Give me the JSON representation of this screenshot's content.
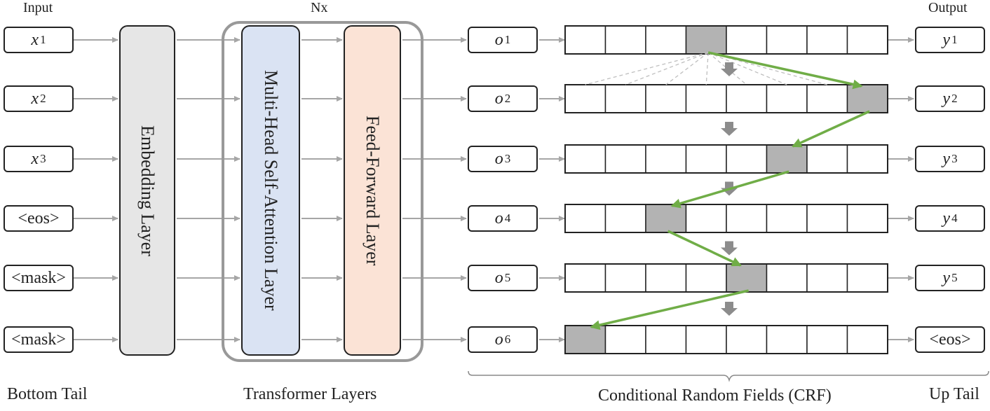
{
  "labels": {
    "input": "Input",
    "nx": "Nx",
    "output": "Output",
    "bottom_tail": "Bottom Tail",
    "transformer_layers": "Transformer Layers",
    "crf": "Conditional Random Fields (CRF)",
    "up_tail": "Up Tail"
  },
  "inputs": [
    {
      "var": "x",
      "sub": "1",
      "text": ""
    },
    {
      "var": "x",
      "sub": "2",
      "text": ""
    },
    {
      "var": "x",
      "sub": "3",
      "text": ""
    },
    {
      "var": "",
      "sub": "",
      "text": "<eos>"
    },
    {
      "var": "",
      "sub": "",
      "text": "<mask>"
    },
    {
      "var": "",
      "sub": "",
      "text": "<mask>"
    }
  ],
  "layers": {
    "embedding": "Embedding Layer",
    "attention": "Multi-Head Self-Attention Layer",
    "feedforward": "Feed-Forward Layer"
  },
  "layer_colors": {
    "embedding": "#e6e6e6",
    "attention": "#dae3f3",
    "feedforward": "#fbe3d6"
  },
  "emissions": [
    {
      "var": "o",
      "sub": "1"
    },
    {
      "var": "o",
      "sub": "2"
    },
    {
      "var": "o",
      "sub": "3"
    },
    {
      "var": "o",
      "sub": "4"
    },
    {
      "var": "o",
      "sub": "5"
    },
    {
      "var": "o",
      "sub": "6"
    }
  ],
  "crf": {
    "cells_per_row": 8,
    "selected_cells": [
      4,
      8,
      6,
      3,
      5,
      1
    ],
    "selected_color": "#b3b3b3",
    "path_color": "#70ad47"
  },
  "outputs": [
    {
      "var": "y",
      "sub": "1",
      "text": ""
    },
    {
      "var": "y",
      "sub": "2",
      "text": ""
    },
    {
      "var": "y",
      "sub": "3",
      "text": ""
    },
    {
      "var": "y",
      "sub": "4",
      "text": ""
    },
    {
      "var": "y",
      "sub": "5",
      "text": ""
    },
    {
      "var": "",
      "sub": "",
      "text": "<eos>"
    }
  ]
}
